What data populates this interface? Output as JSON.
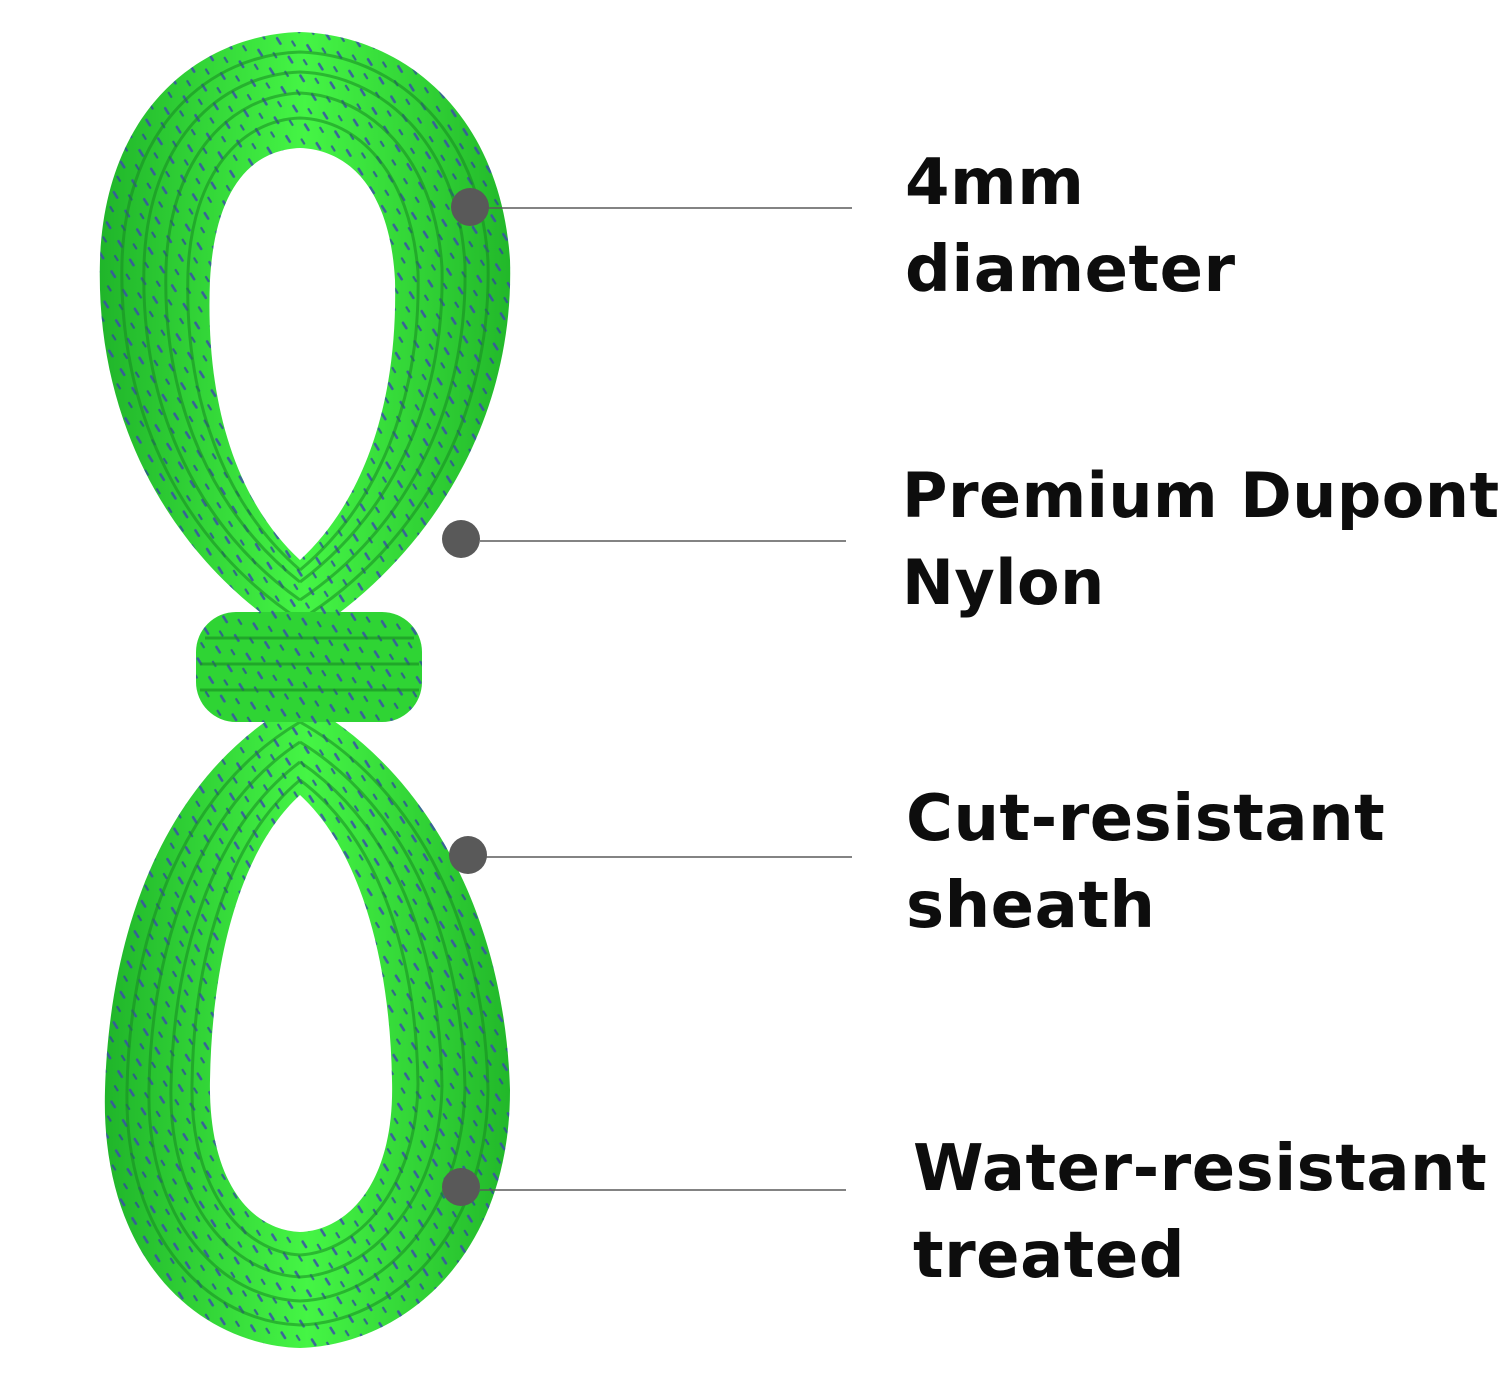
{
  "product": {
    "rope_colors": {
      "base": "#3bf03a",
      "shade": "#22b82a",
      "dark": "#178a22",
      "fleck": "#3a4fa8"
    },
    "callout_dot_color": "#595959",
    "callout_line_color": "#5a5a5a"
  },
  "features": [
    {
      "line1": "4mm",
      "line2": "diameter"
    },
    {
      "line1": "Premium Dupont",
      "line2": "Nylon"
    },
    {
      "line1": "Cut-resistant",
      "line2": "sheath"
    },
    {
      "line1": "Water-resistant",
      "line2": "treated"
    }
  ]
}
